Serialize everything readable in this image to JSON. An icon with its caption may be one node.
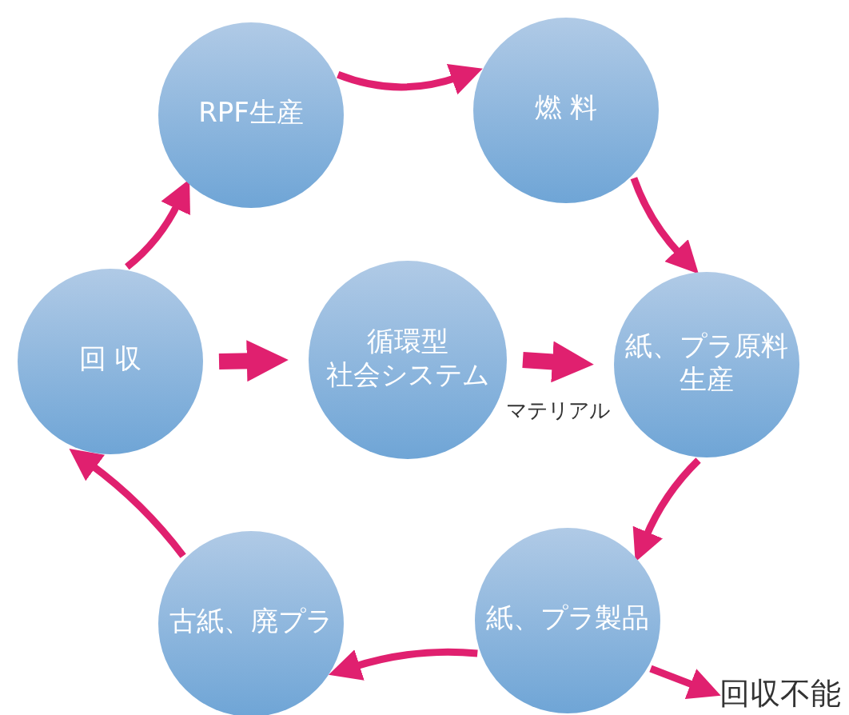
{
  "diagram": {
    "nodes": [
      {
        "text": [
          "RPF生産"
        ]
      },
      {
        "text": [
          "燃 料"
        ]
      },
      {
        "text": [
          "紙、プラ原料生産"
        ]
      },
      {
        "text": [
          "紙、プラ製品"
        ]
      },
      {
        "text": [
          "古紙、廃プラ"
        ]
      },
      {
        "text": [
          "回 収"
        ]
      },
      {
        "text": [
          "循環型社会システム"
        ]
      },
      {
        "text": [
          "回収不能"
        ]
      }
    ],
    "edges": [
      {
        "from": 0,
        "to": 1,
        "arrow": "to"
      },
      {
        "from": 1,
        "to": 2,
        "arrow": "to"
      },
      {
        "from": 2,
        "to": 3,
        "arrow": "to"
      },
      {
        "from": 3,
        "to": 4,
        "arrow": "to"
      },
      {
        "from": 4,
        "to": 5,
        "arrow": "to"
      },
      {
        "from": 5,
        "to": 0,
        "arrow": "to"
      },
      {
        "from": 5,
        "to": 6,
        "arrow": "to",
        "style": "thick"
      },
      {
        "from": 6,
        "to": 2,
        "arrow": "to",
        "style": "thick",
        "label": "マテリアル"
      },
      {
        "from": 3,
        "to": 7,
        "arrow": "to"
      }
    ]
  }
}
